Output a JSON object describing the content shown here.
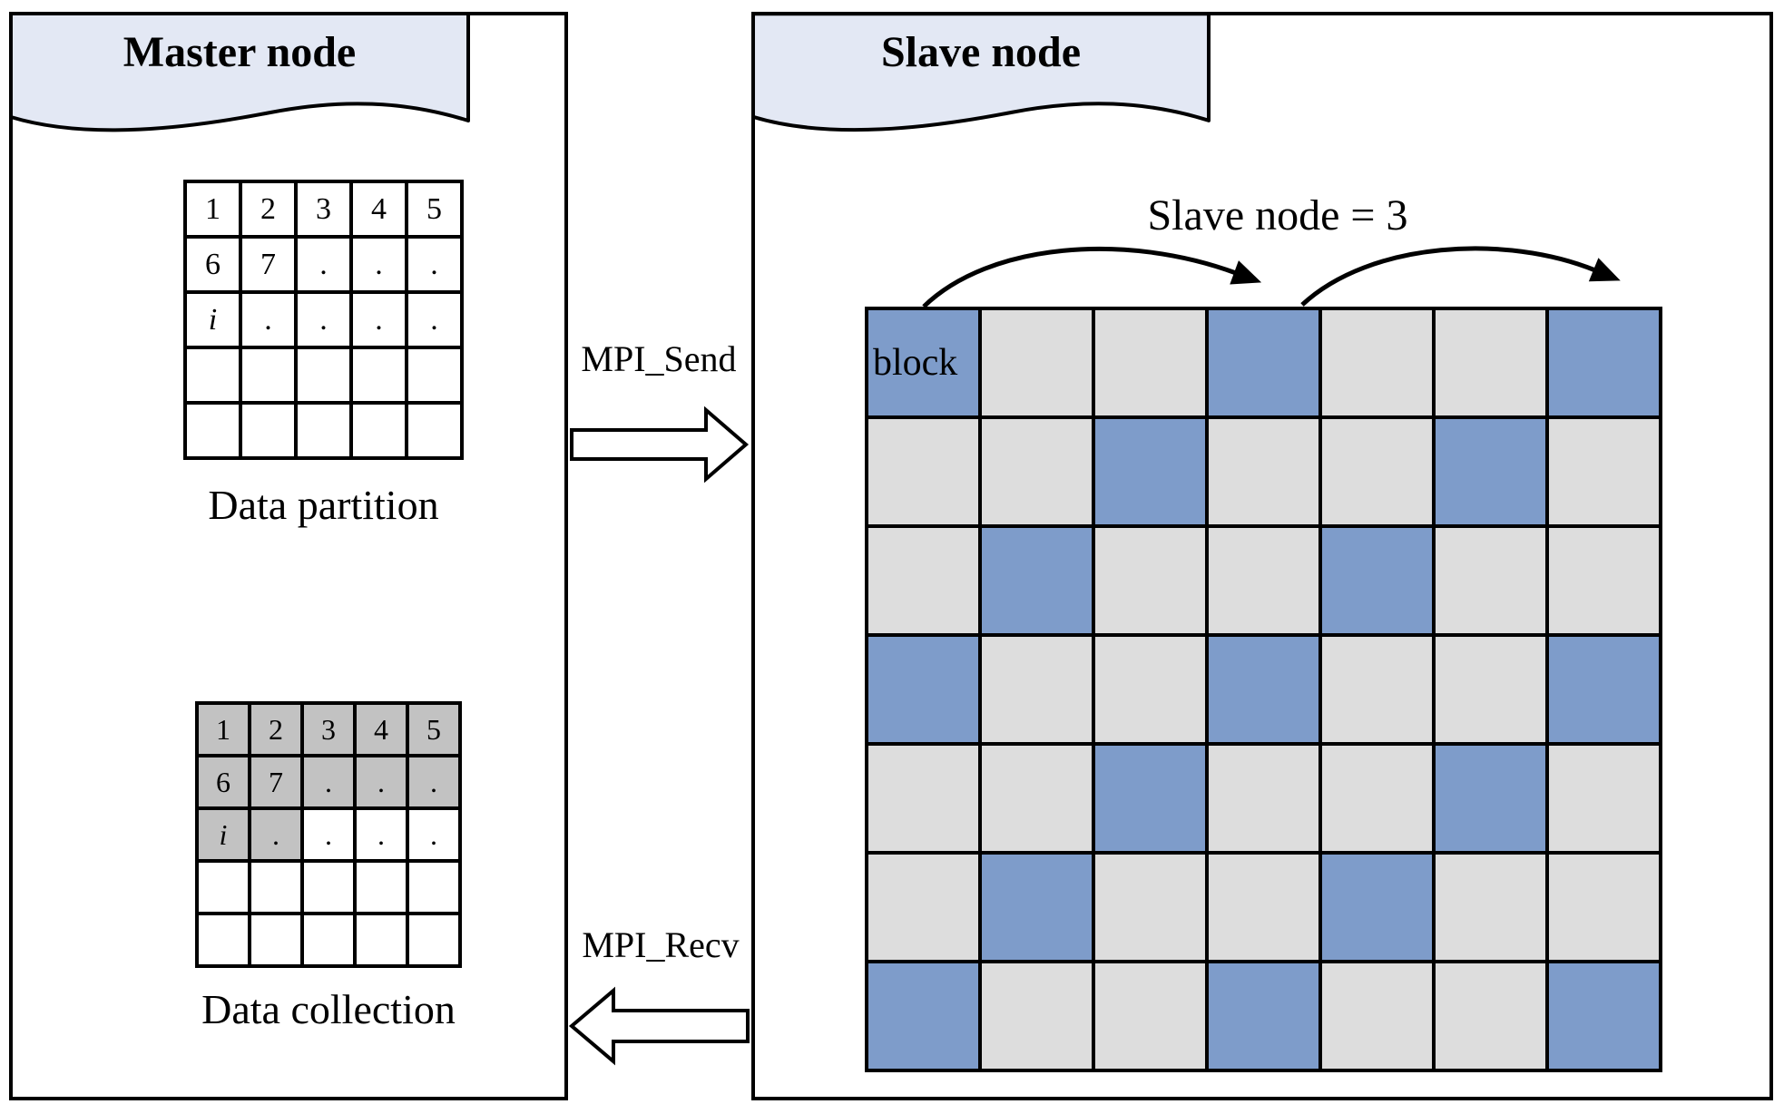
{
  "colors": {
    "banner_fill": "#e3e8f4",
    "block_blue": "#7e9cca",
    "gray_light": "#dddddd",
    "gray_medium": "#c2c2c2",
    "outline": "#000000"
  },
  "master": {
    "title": "Master node",
    "partition": {
      "label": "Data partition",
      "cells": [
        [
          "1",
          "2",
          "3",
          "4",
          "5"
        ],
        [
          "6",
          "7",
          ".",
          ".",
          "."
        ],
        [
          "i",
          ".",
          ".",
          ".",
          "."
        ],
        [
          "",
          "",
          "",
          "",
          ""
        ],
        [
          "",
          "",
          "",
          "",
          ""
        ]
      ],
      "shaded_mask": [
        "00000",
        "00000",
        "00000",
        "00000",
        "00000"
      ]
    },
    "collection": {
      "label": "Data collection",
      "cells": [
        [
          "1",
          "2",
          "3",
          "4",
          "5"
        ],
        [
          "6",
          "7",
          ".",
          ".",
          "."
        ],
        [
          "i",
          ".",
          ".",
          ".",
          "."
        ],
        [
          "",
          "",
          "",
          "",
          ""
        ],
        [
          "",
          "",
          "",
          "",
          ""
        ]
      ],
      "shaded_mask": [
        "11111",
        "11111",
        "11000",
        "00000",
        "00000"
      ]
    }
  },
  "channel": {
    "send_label": "MPI_Send",
    "recv_label": "MPI_Recv"
  },
  "slave": {
    "title": "Slave node",
    "stride_annotation": "Slave node = 3",
    "block_label": "block",
    "grid": {
      "rows": 7,
      "cols": 7,
      "blue_mask": [
        "1001001",
        "0010010",
        "0100100",
        "1001001",
        "0010010",
        "0100100",
        "1001001"
      ]
    }
  }
}
